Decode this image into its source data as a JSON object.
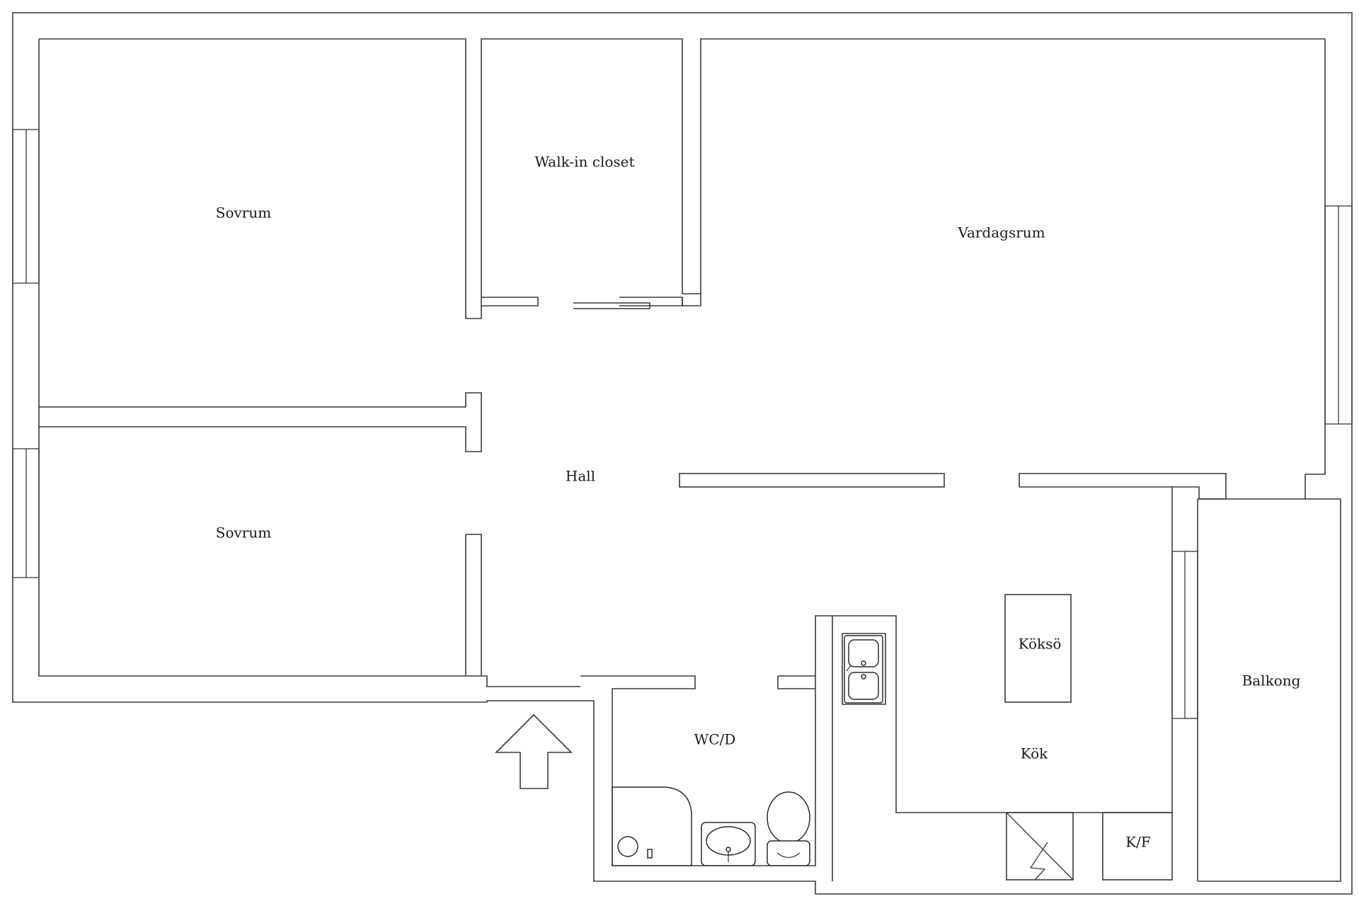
{
  "plan": {
    "rooms": {
      "sovrum_upper": "Sovrum",
      "walk_in_closet": "Walk-in closet",
      "vardagsrum": "Vardagsrum",
      "hall": "Hall",
      "sovrum_lower": "Sovrum",
      "wc_d": "WC/D",
      "koksö": "Köksö",
      "kok": "Kök",
      "kf": "K/F",
      "balkong": "Balkong"
    },
    "entrance_icon": "up-arrow-icon",
    "colors": {
      "line": "#3a3a3a",
      "background": "#ffffff"
    }
  }
}
